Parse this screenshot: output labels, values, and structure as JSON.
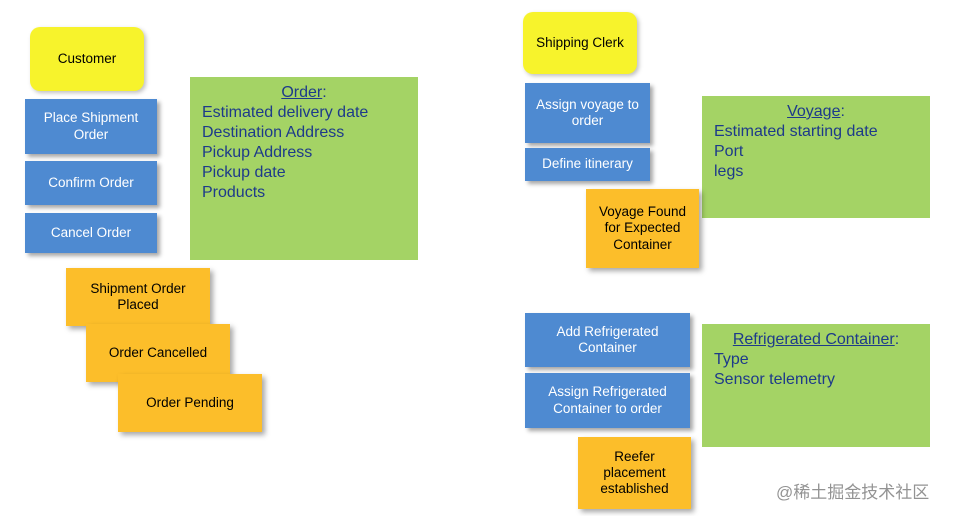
{
  "left": {
    "actor": "Customer",
    "commands": [
      "Place Shipment Order",
      "Confirm Order",
      "Cancel Order"
    ],
    "events": [
      "Shipment Order Placed",
      "Order Cancelled",
      "Order Pending"
    ],
    "aggregate": {
      "title": "Order",
      "title_suffix": ":",
      "attributes": [
        "Estimated delivery date",
        "Destination Address",
        "Pickup Address",
        "Pickup date",
        "Products"
      ]
    }
  },
  "right": {
    "actor": "Shipping Clerk",
    "voyage_commands": [
      "Assign voyage to order",
      "Define itinerary"
    ],
    "voyage_event": "Voyage Found for Expected Container",
    "voyage_aggregate": {
      "title": "Voyage",
      "title_suffix": ":",
      "attributes": [
        "Estimated starting date",
        "Port",
        "legs"
      ]
    },
    "container_commands": [
      "Add Refrigerated Container",
      "Assign Refrigerated Container to order"
    ],
    "container_event": "Reefer placement established",
    "container_aggregate": {
      "title": "Refrigerated Container",
      "title_suffix": ":",
      "attributes": [
        "Type",
        "Sensor telemetry"
      ]
    }
  },
  "watermark": "@稀土掘金技术社区",
  "colors": {
    "actor": "#f7f32c",
    "command": "#4e8ad1",
    "event": "#fcbe2a",
    "aggregate": "#a4d365",
    "aggregate_text": "#1d3a8a"
  }
}
